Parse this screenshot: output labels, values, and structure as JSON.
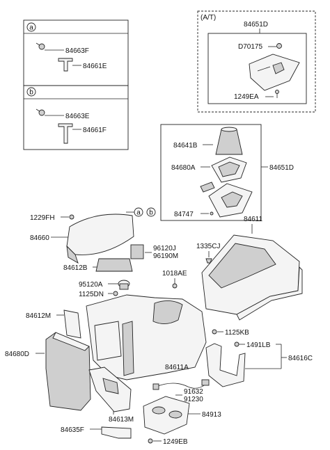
{
  "inset_a": {
    "badge": "a",
    "part_1": "84663F",
    "part_2": "84661E"
  },
  "inset_b": {
    "badge": "b",
    "part_1": "84663E",
    "part_2": "84661F"
  },
  "inset_at": {
    "title": "(A/T)",
    "assembly": "84651D",
    "part_1": "D70175",
    "part_2": "1249EA"
  },
  "shift_box": {
    "part_1": "84641B",
    "part_2": "84680A",
    "assembly": "84651D",
    "part_3": "84747"
  },
  "labels": {
    "p_1229FH": "1229FH",
    "p_84660": "84660",
    "badge_a": "a",
    "badge_b": "b",
    "p_84611": "84611",
    "p_1335CJ": "1335CJ",
    "p_96120J": "96120J",
    "p_96190M": "96190M",
    "p_84612B": "84612B",
    "p_1018AE": "1018AE",
    "p_95120A": "95120A",
    "p_1125DN": "1125DN",
    "p_84612M": "84612M",
    "p_84680D": "84680D",
    "p_1125KB": "1125KB",
    "p_1491LB": "1491LB",
    "p_84616C": "84616C",
    "p_84611A": "84611A",
    "p_91632": "91632",
    "p_91230": "91230",
    "p_84913": "84913",
    "p_84613M": "84613M",
    "p_84635F": "84635F",
    "p_1249EB": "1249EB"
  }
}
